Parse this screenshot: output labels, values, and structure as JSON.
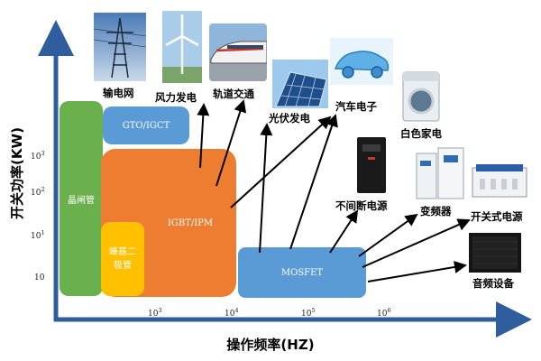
{
  "axes": {
    "y_label": "开关功率(KW)",
    "x_label": "操作频率(HZ)",
    "y_ticks": [
      {
        "base": "10",
        "exp": "3"
      },
      {
        "base": "10",
        "exp": "2"
      },
      {
        "base": "10",
        "exp": "1"
      },
      {
        "base": "10",
        "exp": ""
      }
    ],
    "x_ticks": [
      {
        "base": "10",
        "exp": "3"
      },
      {
        "base": "10",
        "exp": "4"
      },
      {
        "base": "10",
        "exp": "5"
      },
      {
        "base": "10",
        "exp": "6"
      }
    ]
  },
  "devices": {
    "thyristor": "晶闸管",
    "gto": "GTO/IGCT",
    "igbt": "IGBT/IPM",
    "diode": "峰基二极管",
    "mosfet": "MOSFET"
  },
  "applications": {
    "power_grid": "输电网",
    "wind_power": "风力发电",
    "rail_transit": "轨道交通",
    "photovoltaic": "光伏发电",
    "auto_electronics": "汽车电子",
    "white_goods": "白色家电",
    "ups": "不间断电源",
    "inverter": "变频器",
    "switching_supply": "开关式电源",
    "audio": "音频设备"
  },
  "colors": {
    "axis": "#2f5d9e",
    "thyristor": "#6ab04c",
    "gto": "#5b9bd5",
    "igbt": "#ed7d31",
    "diode": "#ffc000",
    "mosfet": "#5b9bd5"
  }
}
